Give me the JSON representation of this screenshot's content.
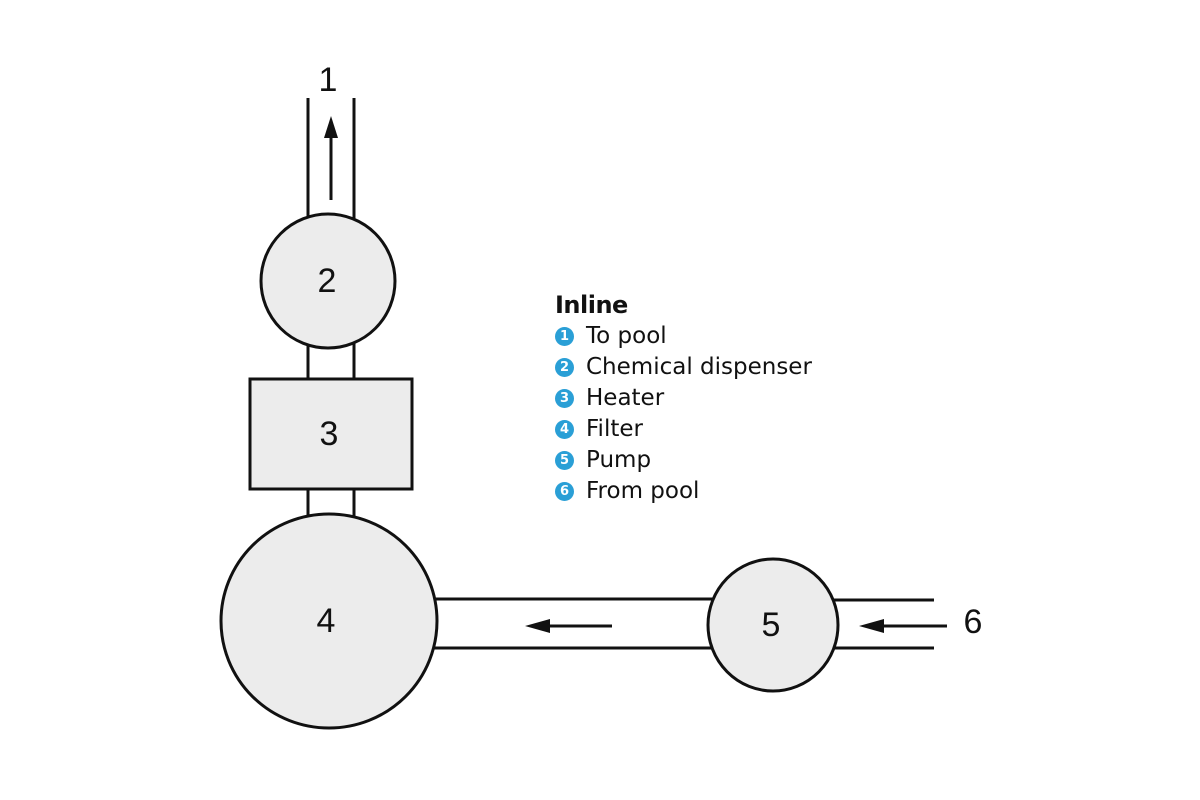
{
  "diagram": {
    "nodes": [
      {
        "id": "1",
        "label": "1",
        "shape": "outlet-label"
      },
      {
        "id": "2",
        "label": "2",
        "shape": "circle"
      },
      {
        "id": "3",
        "label": "3",
        "shape": "rectangle"
      },
      {
        "id": "4",
        "label": "4",
        "shape": "circle"
      },
      {
        "id": "5",
        "label": "5",
        "shape": "circle"
      },
      {
        "id": "6",
        "label": "6",
        "shape": "inlet-label"
      }
    ],
    "flow": [
      "6",
      "5",
      "4",
      "3",
      "2",
      "1"
    ],
    "accent_color": "#2a9fd6"
  },
  "legend": {
    "title": "Inline",
    "items": [
      {
        "num": "1",
        "label": "To pool"
      },
      {
        "num": "2",
        "label": "Chemical dispenser"
      },
      {
        "num": "3",
        "label": "Heater"
      },
      {
        "num": "4",
        "label": "Filter"
      },
      {
        "num": "5",
        "label": "Pump"
      },
      {
        "num": "6",
        "label": "From pool"
      }
    ]
  }
}
